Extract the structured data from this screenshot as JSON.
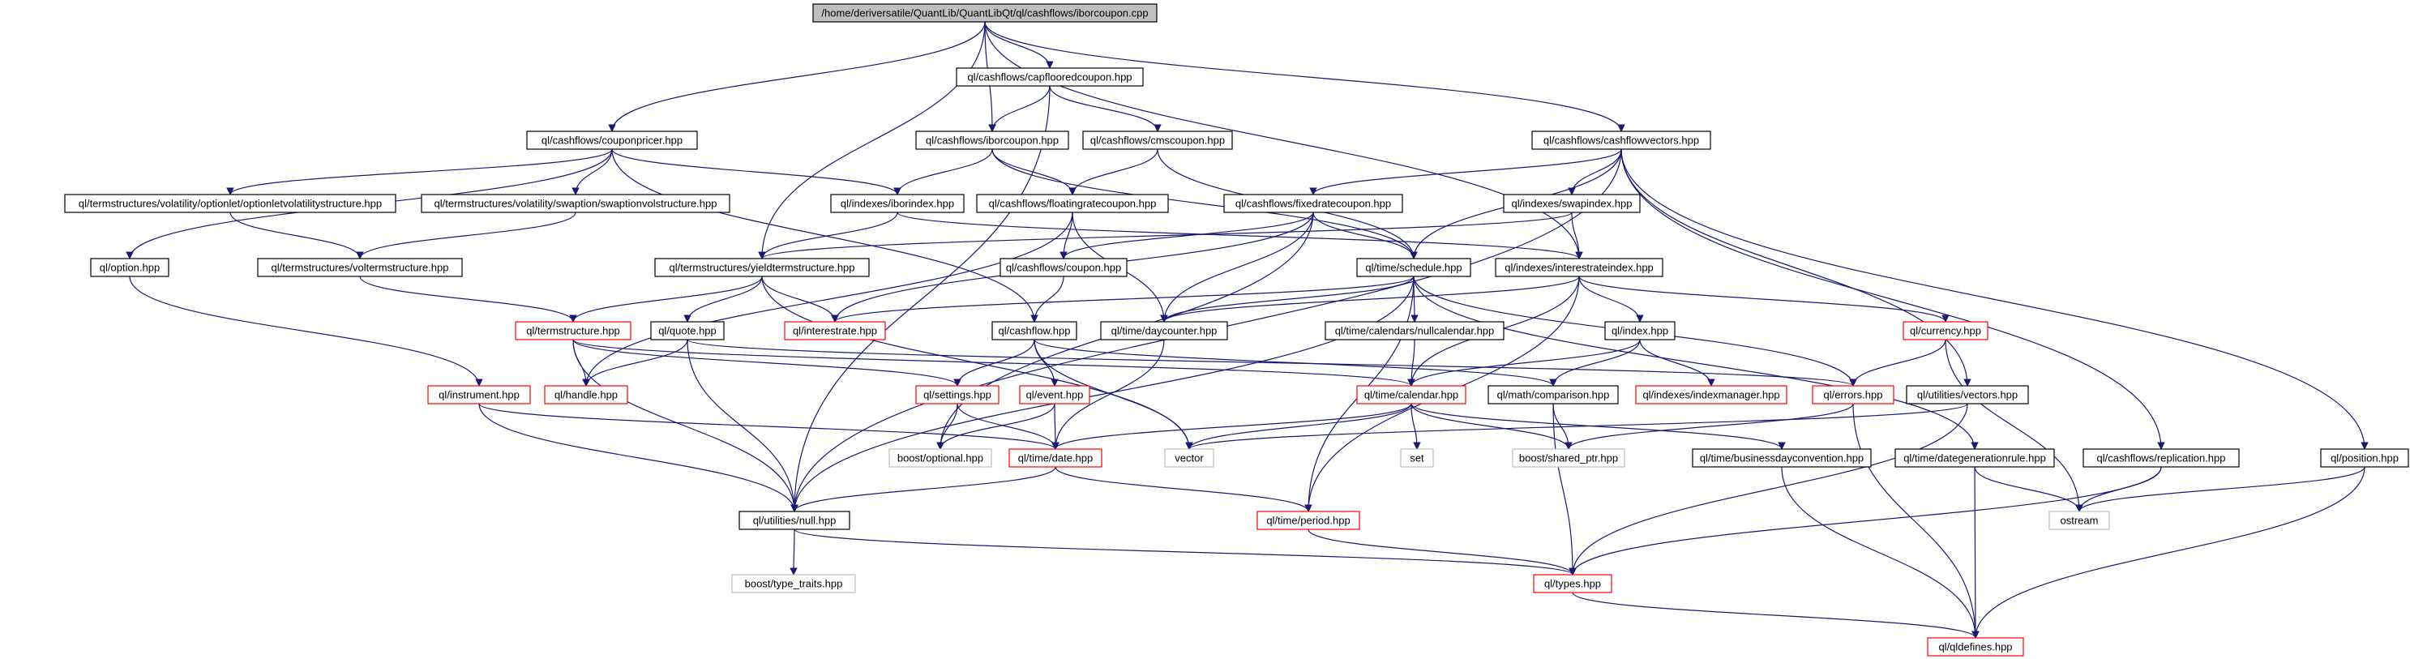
{
  "graph": {
    "title": "/home/deriversatile/QuantLib/QuantLibQt/ql/cashflows/iborcoupon.cpp",
    "colors": {
      "root_fill": "#bfbfbf",
      "normal_border": "#000000",
      "truncated_border": "#ff0000",
      "external_border": "#bfbfbf",
      "edge": "#191970",
      "background": "#ffffff"
    },
    "nodes": [
      {
        "id": "root",
        "label": "/home/deriversatile/QuantLib/QuantLibQt/ql/cashflows/iborcoupon.cpp",
        "kind": "root"
      },
      {
        "id": "capfloored",
        "label": "ql/cashflows/capflooredcoupon.hpp",
        "kind": "normal"
      },
      {
        "id": "couponpricer",
        "label": "ql/cashflows/couponpricer.hpp",
        "kind": "normal"
      },
      {
        "id": "iborcoupon",
        "label": "ql/cashflows/iborcoupon.hpp",
        "kind": "normal"
      },
      {
        "id": "cmscoupon",
        "label": "ql/cashflows/cmscoupon.hpp",
        "kind": "normal"
      },
      {
        "id": "cashflowvectors",
        "label": "ql/cashflows/cashflowvectors.hpp",
        "kind": "normal"
      },
      {
        "id": "optionletvol",
        "label": "ql/termstructures/volatility/optionlet/optionletvolatilitystructure.hpp",
        "kind": "normal"
      },
      {
        "id": "swaptionvol",
        "label": "ql/termstructures/volatility/swaption/swaptionvolstructure.hpp",
        "kind": "normal"
      },
      {
        "id": "iborindex",
        "label": "ql/indexes/iborindex.hpp",
        "kind": "normal"
      },
      {
        "id": "floatingrate",
        "label": "ql/cashflows/floatingratecoupon.hpp",
        "kind": "normal"
      },
      {
        "id": "fixedrate",
        "label": "ql/cashflows/fixedratecoupon.hpp",
        "kind": "normal"
      },
      {
        "id": "swapindex",
        "label": "ql/indexes/swapindex.hpp",
        "kind": "normal"
      },
      {
        "id": "option",
        "label": "ql/option.hpp",
        "kind": "normal"
      },
      {
        "id": "voltermstructure",
        "label": "ql/termstructures/voltermstructure.hpp",
        "kind": "normal"
      },
      {
        "id": "yieldterm",
        "label": "ql/termstructures/yieldtermstructure.hpp",
        "kind": "normal"
      },
      {
        "id": "coupon",
        "label": "ql/cashflows/coupon.hpp",
        "kind": "normal"
      },
      {
        "id": "schedule",
        "label": "ql/time/schedule.hpp",
        "kind": "normal"
      },
      {
        "id": "interestrateindex",
        "label": "ql/indexes/interestrateindex.hpp",
        "kind": "normal"
      },
      {
        "id": "termstructure",
        "label": "ql/termstructure.hpp",
        "kind": "truncated"
      },
      {
        "id": "quote",
        "label": "ql/quote.hpp",
        "kind": "normal"
      },
      {
        "id": "interestrate",
        "label": "ql/interestrate.hpp",
        "kind": "truncated"
      },
      {
        "id": "cashflow",
        "label": "ql/cashflow.hpp",
        "kind": "normal"
      },
      {
        "id": "daycounter",
        "label": "ql/time/daycounter.hpp",
        "kind": "normal"
      },
      {
        "id": "nullcalendar",
        "label": "ql/time/calendars/nullcalendar.hpp",
        "kind": "normal"
      },
      {
        "id": "index",
        "label": "ql/index.hpp",
        "kind": "normal"
      },
      {
        "id": "currency",
        "label": "ql/currency.hpp",
        "kind": "truncated"
      },
      {
        "id": "instrument",
        "label": "ql/instrument.hpp",
        "kind": "truncated"
      },
      {
        "id": "handle",
        "label": "ql/handle.hpp",
        "kind": "truncated"
      },
      {
        "id": "settings",
        "label": "ql/settings.hpp",
        "kind": "truncated"
      },
      {
        "id": "event",
        "label": "ql/event.hpp",
        "kind": "truncated"
      },
      {
        "id": "calendar",
        "label": "ql/time/calendar.hpp",
        "kind": "truncated"
      },
      {
        "id": "comparison",
        "label": "ql/math/comparison.hpp",
        "kind": "normal"
      },
      {
        "id": "indexmanager",
        "label": "ql/indexes/indexmanager.hpp",
        "kind": "truncated"
      },
      {
        "id": "errors",
        "label": "ql/errors.hpp",
        "kind": "truncated"
      },
      {
        "id": "utilvectors",
        "label": "ql/utilities/vectors.hpp",
        "kind": "normal"
      },
      {
        "id": "optional",
        "label": "boost/optional.hpp",
        "kind": "external"
      },
      {
        "id": "date",
        "label": "ql/time/date.hpp",
        "kind": "truncated"
      },
      {
        "id": "vector",
        "label": "vector",
        "kind": "external"
      },
      {
        "id": "set",
        "label": "set",
        "kind": "external"
      },
      {
        "id": "sharedptr",
        "label": "boost/shared_ptr.hpp",
        "kind": "external"
      },
      {
        "id": "bdc",
        "label": "ql/time/businessdayconvention.hpp",
        "kind": "normal"
      },
      {
        "id": "dgr",
        "label": "ql/time/dategenerationrule.hpp",
        "kind": "normal"
      },
      {
        "id": "replication",
        "label": "ql/cashflows/replication.hpp",
        "kind": "normal"
      },
      {
        "id": "position",
        "label": "ql/position.hpp",
        "kind": "normal"
      },
      {
        "id": "null",
        "label": "ql/utilities/null.hpp",
        "kind": "normal"
      },
      {
        "id": "period",
        "label": "ql/time/period.hpp",
        "kind": "truncated"
      },
      {
        "id": "ostream",
        "label": "ostream",
        "kind": "external"
      },
      {
        "id": "typetraits",
        "label": "boost/type_traits.hpp",
        "kind": "external"
      },
      {
        "id": "types",
        "label": "ql/types.hpp",
        "kind": "truncated"
      },
      {
        "id": "qldefines",
        "label": "ql/qldefines.hpp",
        "kind": "truncated"
      }
    ],
    "edges": [
      [
        "root",
        "capfloored"
      ],
      [
        "root",
        "couponpricer"
      ],
      [
        "root",
        "iborcoupon"
      ],
      [
        "root",
        "cashflowvectors"
      ],
      [
        "root",
        "yieldterm"
      ],
      [
        "root",
        "interestrateindex"
      ],
      [
        "capfloored",
        "iborcoupon"
      ],
      [
        "capfloored",
        "cmscoupon"
      ],
      [
        "capfloored",
        "null"
      ],
      [
        "couponpricer",
        "optionletvol"
      ],
      [
        "couponpricer",
        "swaptionvol"
      ],
      [
        "couponpricer",
        "iborindex"
      ],
      [
        "couponpricer",
        "option"
      ],
      [
        "couponpricer",
        "cashflow"
      ],
      [
        "iborcoupon",
        "floatingrate"
      ],
      [
        "iborcoupon",
        "iborindex"
      ],
      [
        "iborcoupon",
        "schedule"
      ],
      [
        "cmscoupon",
        "floatingrate"
      ],
      [
        "cmscoupon",
        "schedule"
      ],
      [
        "cashflowvectors",
        "fixedrate"
      ],
      [
        "cashflowvectors",
        "swapindex"
      ],
      [
        "cashflowvectors",
        "schedule"
      ],
      [
        "cashflowvectors",
        "utilvectors"
      ],
      [
        "cashflowvectors",
        "replication"
      ],
      [
        "cashflowvectors",
        "position"
      ],
      [
        "cashflowvectors",
        "null"
      ],
      [
        "optionletvol",
        "voltermstructure"
      ],
      [
        "swaptionvol",
        "voltermstructure"
      ],
      [
        "iborindex",
        "yieldterm"
      ],
      [
        "iborindex",
        "interestrateindex"
      ],
      [
        "floatingrate",
        "coupon"
      ],
      [
        "floatingrate",
        "daycounter"
      ],
      [
        "floatingrate",
        "handle"
      ],
      [
        "fixedrate",
        "coupon"
      ],
      [
        "fixedrate",
        "schedule"
      ],
      [
        "fixedrate",
        "daycounter"
      ],
      [
        "fixedrate",
        "optional"
      ],
      [
        "fixedrate",
        "interestrate"
      ],
      [
        "swapindex",
        "interestrateindex"
      ],
      [
        "swapindex",
        "yieldterm"
      ],
      [
        "option",
        "instrument"
      ],
      [
        "voltermstructure",
        "termstructure"
      ],
      [
        "yieldterm",
        "termstructure"
      ],
      [
        "yieldterm",
        "quote"
      ],
      [
        "yieldterm",
        "interestrate"
      ],
      [
        "yieldterm",
        "vector"
      ],
      [
        "coupon",
        "cashflow"
      ],
      [
        "schedule",
        "nullcalendar"
      ],
      [
        "schedule",
        "daycounter"
      ],
      [
        "schedule",
        "period"
      ],
      [
        "schedule",
        "dgr"
      ],
      [
        "schedule",
        "errors"
      ],
      [
        "schedule",
        "null"
      ],
      [
        "schedule",
        "interestrate"
      ],
      [
        "interestrateindex",
        "index"
      ],
      [
        "interestrateindex",
        "calendar"
      ],
      [
        "interestrateindex",
        "currency"
      ],
      [
        "interestrateindex",
        "daycounter"
      ],
      [
        "interestrateindex",
        "period"
      ],
      [
        "termstructure",
        "handle"
      ],
      [
        "termstructure",
        "settings"
      ],
      [
        "termstructure",
        "calendar"
      ],
      [
        "termstructure",
        "null"
      ],
      [
        "quote",
        "handle"
      ],
      [
        "quote",
        "errors"
      ],
      [
        "quote",
        "null"
      ],
      [
        "cashflow",
        "settings"
      ],
      [
        "cashflow",
        "event"
      ],
      [
        "cashflow",
        "vector"
      ],
      [
        "cashflow",
        "comparison"
      ],
      [
        "daycounter",
        "date"
      ],
      [
        "nullcalendar",
        "calendar"
      ],
      [
        "index",
        "calendar"
      ],
      [
        "index",
        "indexmanager"
      ],
      [
        "index",
        "comparison"
      ],
      [
        "currency",
        "errors"
      ],
      [
        "currency",
        "ostream"
      ],
      [
        "instrument",
        "date"
      ],
      [
        "instrument",
        "null"
      ],
      [
        "settings",
        "date"
      ],
      [
        "settings",
        "optional"
      ],
      [
        "event",
        "date"
      ],
      [
        "event",
        "optional"
      ],
      [
        "calendar",
        "date"
      ],
      [
        "calendar",
        "set"
      ],
      [
        "calendar",
        "vector"
      ],
      [
        "calendar",
        "sharedptr"
      ],
      [
        "calendar",
        "bdc"
      ],
      [
        "comparison",
        "types"
      ],
      [
        "comparison",
        "sharedptr"
      ],
      [
        "errors",
        "qldefines"
      ],
      [
        "errors",
        "sharedptr"
      ],
      [
        "utilvectors",
        "vector"
      ],
      [
        "utilvectors",
        "types"
      ],
      [
        "date",
        "null"
      ],
      [
        "date",
        "period"
      ],
      [
        "bdc",
        "qldefines"
      ],
      [
        "dgr",
        "qldefines"
      ],
      [
        "dgr",
        "ostream"
      ],
      [
        "replication",
        "types"
      ],
      [
        "replication",
        "ostream"
      ],
      [
        "position",
        "ostream"
      ],
      [
        "position",
        "qldefines"
      ],
      [
        "null",
        "types"
      ],
      [
        "null",
        "typetraits"
      ],
      [
        "period",
        "types"
      ],
      [
        "types",
        "qldefines"
      ]
    ]
  }
}
